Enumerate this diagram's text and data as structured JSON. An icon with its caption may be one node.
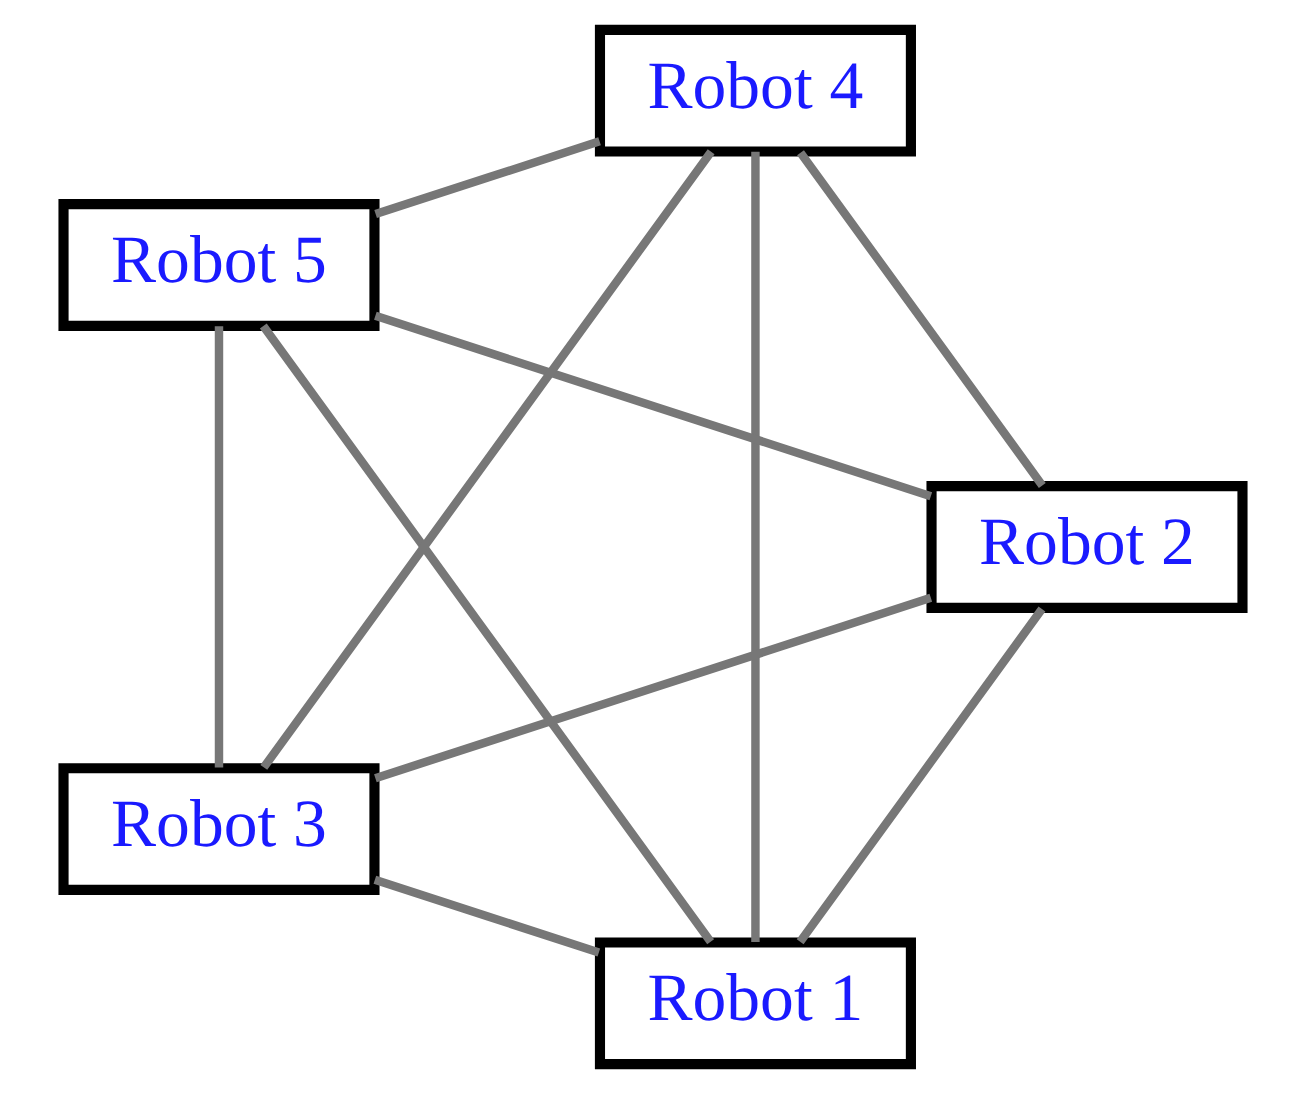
{
  "diagram": {
    "nodes": [
      {
        "text": [
          "Robot 1"
        ]
      },
      {
        "text": [
          "Robot 2"
        ]
      },
      {
        "text": [
          "Robot 5"
        ]
      },
      {
        "text": [
          "Robot 4"
        ]
      },
      {
        "text": [
          "Robot 3"
        ]
      }
    ],
    "edges": [
      {
        "from": 0,
        "to": 1,
        "arrow": "none"
      },
      {
        "from": 0,
        "to": 2,
        "arrow": "none"
      },
      {
        "from": 0,
        "to": 4,
        "arrow": "none"
      },
      {
        "from": 0,
        "to": 3,
        "arrow": "none"
      },
      {
        "from": 1,
        "to": 2,
        "arrow": "none"
      },
      {
        "from": 1,
        "to": 4,
        "arrow": "none"
      },
      {
        "from": 1,
        "to": 3,
        "arrow": "none"
      },
      {
        "from": 4,
        "to": 2,
        "arrow": "none"
      },
      {
        "from": 4,
        "to": 3,
        "arrow": "none"
      },
      {
        "from": 2,
        "to": 3,
        "arrow": "none"
      }
    ]
  }
}
